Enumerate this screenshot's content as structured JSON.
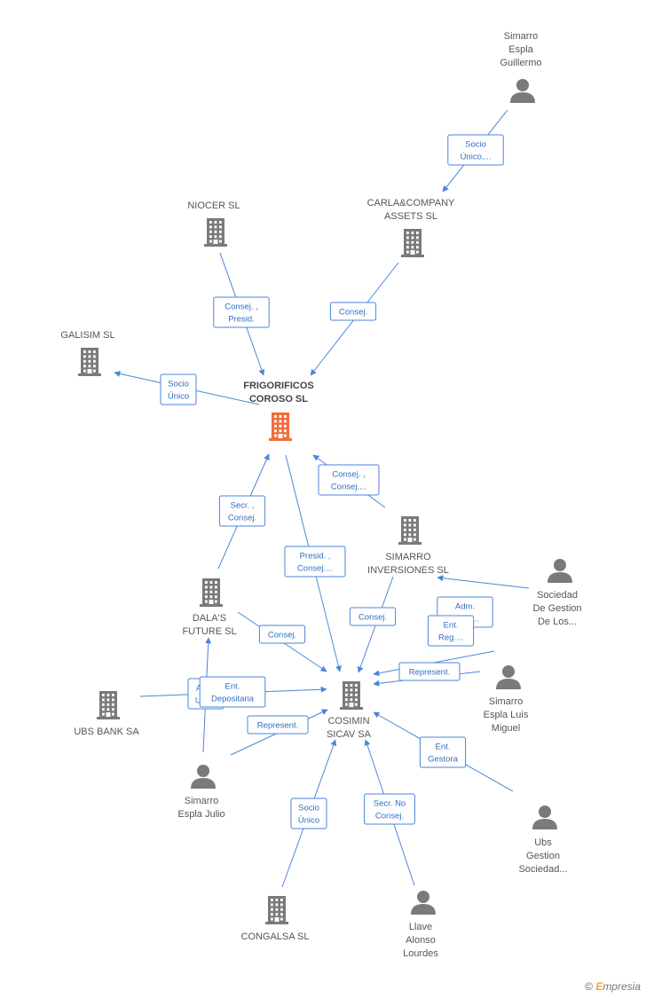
{
  "nodes": [
    {
      "id": "frigorificos",
      "type": "company",
      "focus": true,
      "label": [
        "FRIGORIFICOS",
        "COROSO SL"
      ]
    },
    {
      "id": "simarro_guillermo",
      "type": "person",
      "label": [
        "Simarro",
        "Espla",
        "Guillermo"
      ]
    },
    {
      "id": "carla",
      "type": "company",
      "label": [
        "CARLA&COMPANY",
        "ASSETS SL"
      ]
    },
    {
      "id": "niocer",
      "type": "company",
      "label": [
        "NIOCER SL"
      ]
    },
    {
      "id": "galisim",
      "type": "company",
      "label": [
        "GALISIM SL"
      ]
    },
    {
      "id": "simarro_inv",
      "type": "company",
      "label": [
        "SIMARRO",
        "INVERSIONES SL"
      ]
    },
    {
      "id": "sociedad_gestion",
      "type": "person",
      "label": [
        "Sociedad",
        "De Gestion",
        "De Los..."
      ]
    },
    {
      "id": "dalas",
      "type": "company",
      "label": [
        "DALA'S",
        "FUTURE SL"
      ]
    },
    {
      "id": "cosimin",
      "type": "company",
      "label": [
        "COSIMIN",
        "SICAV SA"
      ]
    },
    {
      "id": "ubs_bank",
      "type": "company",
      "label": [
        "UBS BANK SA"
      ]
    },
    {
      "id": "simarro_luis",
      "type": "person",
      "label": [
        "Simarro",
        "Espla Luis",
        "Miguel"
      ]
    },
    {
      "id": "simarro_julio",
      "type": "person",
      "label": [
        "Simarro",
        "Espla Julio"
      ]
    },
    {
      "id": "ubs_gestion",
      "type": "person",
      "label": [
        "Ubs",
        "Gestion",
        "Sociedad..."
      ]
    },
    {
      "id": "congalsa",
      "type": "company",
      "label": [
        "CONGALSA SL"
      ]
    },
    {
      "id": "llave",
      "type": "person",
      "label": [
        "Llave",
        "Alonso",
        "Lourdes"
      ]
    }
  ],
  "edges": [
    {
      "from": "simarro_guillermo",
      "to": "carla",
      "label": [
        "Socio",
        "Único,..."
      ]
    },
    {
      "from": "niocer",
      "to": "frigorificos",
      "label": [
        "Consej. ,",
        "Presid."
      ]
    },
    {
      "from": "carla",
      "to": "frigorificos",
      "label": [
        "Consej."
      ]
    },
    {
      "from": "frigorificos",
      "to": "galisim",
      "label": [
        "Socio",
        "Único"
      ]
    },
    {
      "from": "simarro_inv",
      "to": "frigorificos",
      "label": [
        "Consej. ,",
        "Consej...."
      ]
    },
    {
      "from": "dalas",
      "to": "frigorificos",
      "label": [
        "Secr. ,",
        "Consej."
      ]
    },
    {
      "from": "frigorificos",
      "to": "cosimin",
      "label": [
        "Presid. ,",
        "Consej...."
      ]
    },
    {
      "from": "sociedad_gestion",
      "to": "simarro_inv",
      "label": [
        "Adm.",
        "Solid...."
      ]
    },
    {
      "from": "simarro_inv",
      "to": "cosimin",
      "label": [
        "Consej."
      ]
    },
    {
      "from": "dalas",
      "to": "cosimin",
      "label": [
        "Consej."
      ]
    },
    {
      "from": "sociedad_gestion",
      "to": "cosimin",
      "label": [
        "Ent.",
        "Reg...."
      ]
    },
    {
      "from": "simarro_luis",
      "to": "cosimin",
      "label": [
        "Represent."
      ]
    },
    {
      "from": "simarro_julio",
      "to": "dalas",
      "label": [
        "Adm.",
        "Unico"
      ]
    },
    {
      "from": "ubs_bank",
      "to": "cosimin",
      "label": [
        "Ent.",
        "Depositaria"
      ]
    },
    {
      "from": "simarro_julio",
      "to": "cosimin",
      "label": [
        "Represent."
      ]
    },
    {
      "from": "ubs_gestion",
      "to": "cosimin",
      "label": [
        "Ent.",
        "Gestora"
      ]
    },
    {
      "from": "congalsa",
      "to": "cosimin",
      "label": [
        "Socio",
        "Único"
      ]
    },
    {
      "from": "llave",
      "to": "cosimin",
      "label": [
        "Secr. No",
        "Consej."
      ]
    }
  ],
  "colors": {
    "focus": "#f26b3a",
    "node": "#7a7a7a",
    "edge": "#4a86d8"
  },
  "footer": {
    "copyright": "©",
    "brand_initial": "E",
    "brand_rest": "mpresia"
  }
}
